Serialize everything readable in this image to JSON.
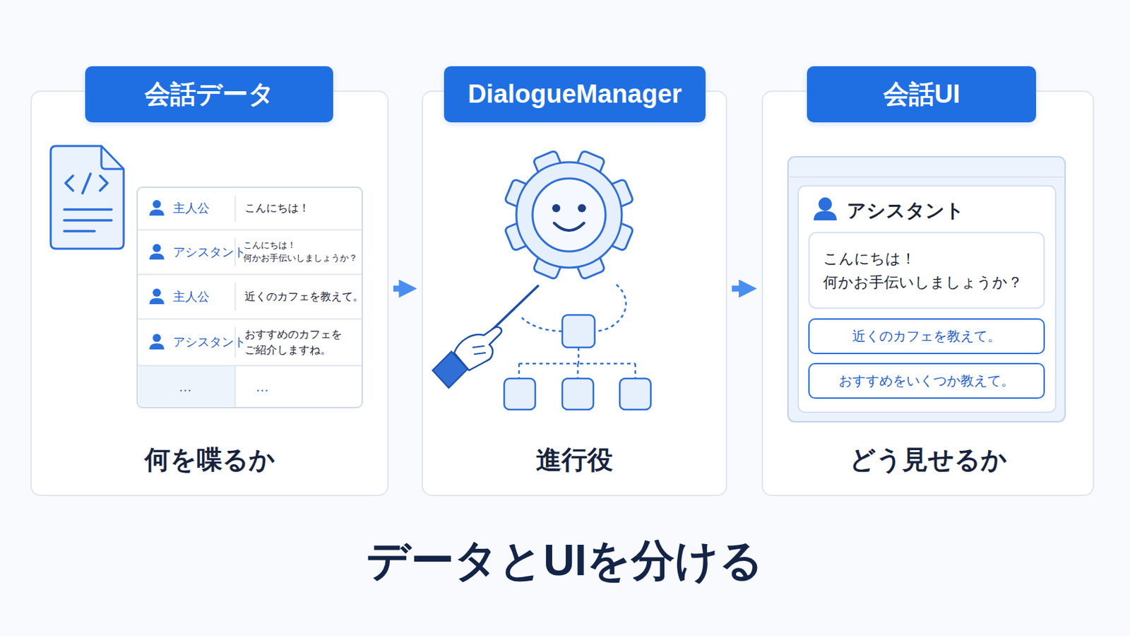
{
  "diagram": {
    "caption": "データとUIを分ける",
    "nodes": [
      {
        "text": [
          "会話データ",
          "何を喋るか"
        ]
      },
      {
        "text": [
          "DialogueManager",
          "進行役"
        ]
      },
      {
        "text": [
          "会話UI",
          "どう見せるか"
        ]
      },
      {
        "text": [
          "アシスタント"
        ],
        "in": 2
      },
      {
        "text": [
          "こんにちは！ 何かお手伝いしましょうか？"
        ],
        "in": 3
      },
      {
        "text": [
          "近くのカフェを教えて。"
        ],
        "in": 3
      },
      {
        "text": [
          "おすすめをいくつか教えて。"
        ],
        "in": 3
      }
    ],
    "edges": [
      {
        "from": 0,
        "to": 1,
        "arrow": "to"
      },
      {
        "from": 1,
        "to": 2,
        "arrow": "to"
      }
    ],
    "labels": [
      "主人公",
      "こんにちは！",
      "アシスタント",
      "こんにちは！ 何かお手伝いしましょうか？",
      "主人公",
      "近くのカフェを教えて。",
      "アシスタント",
      "おすすめのカフェを ご紹介しますね。",
      "…",
      "…"
    ]
  }
}
